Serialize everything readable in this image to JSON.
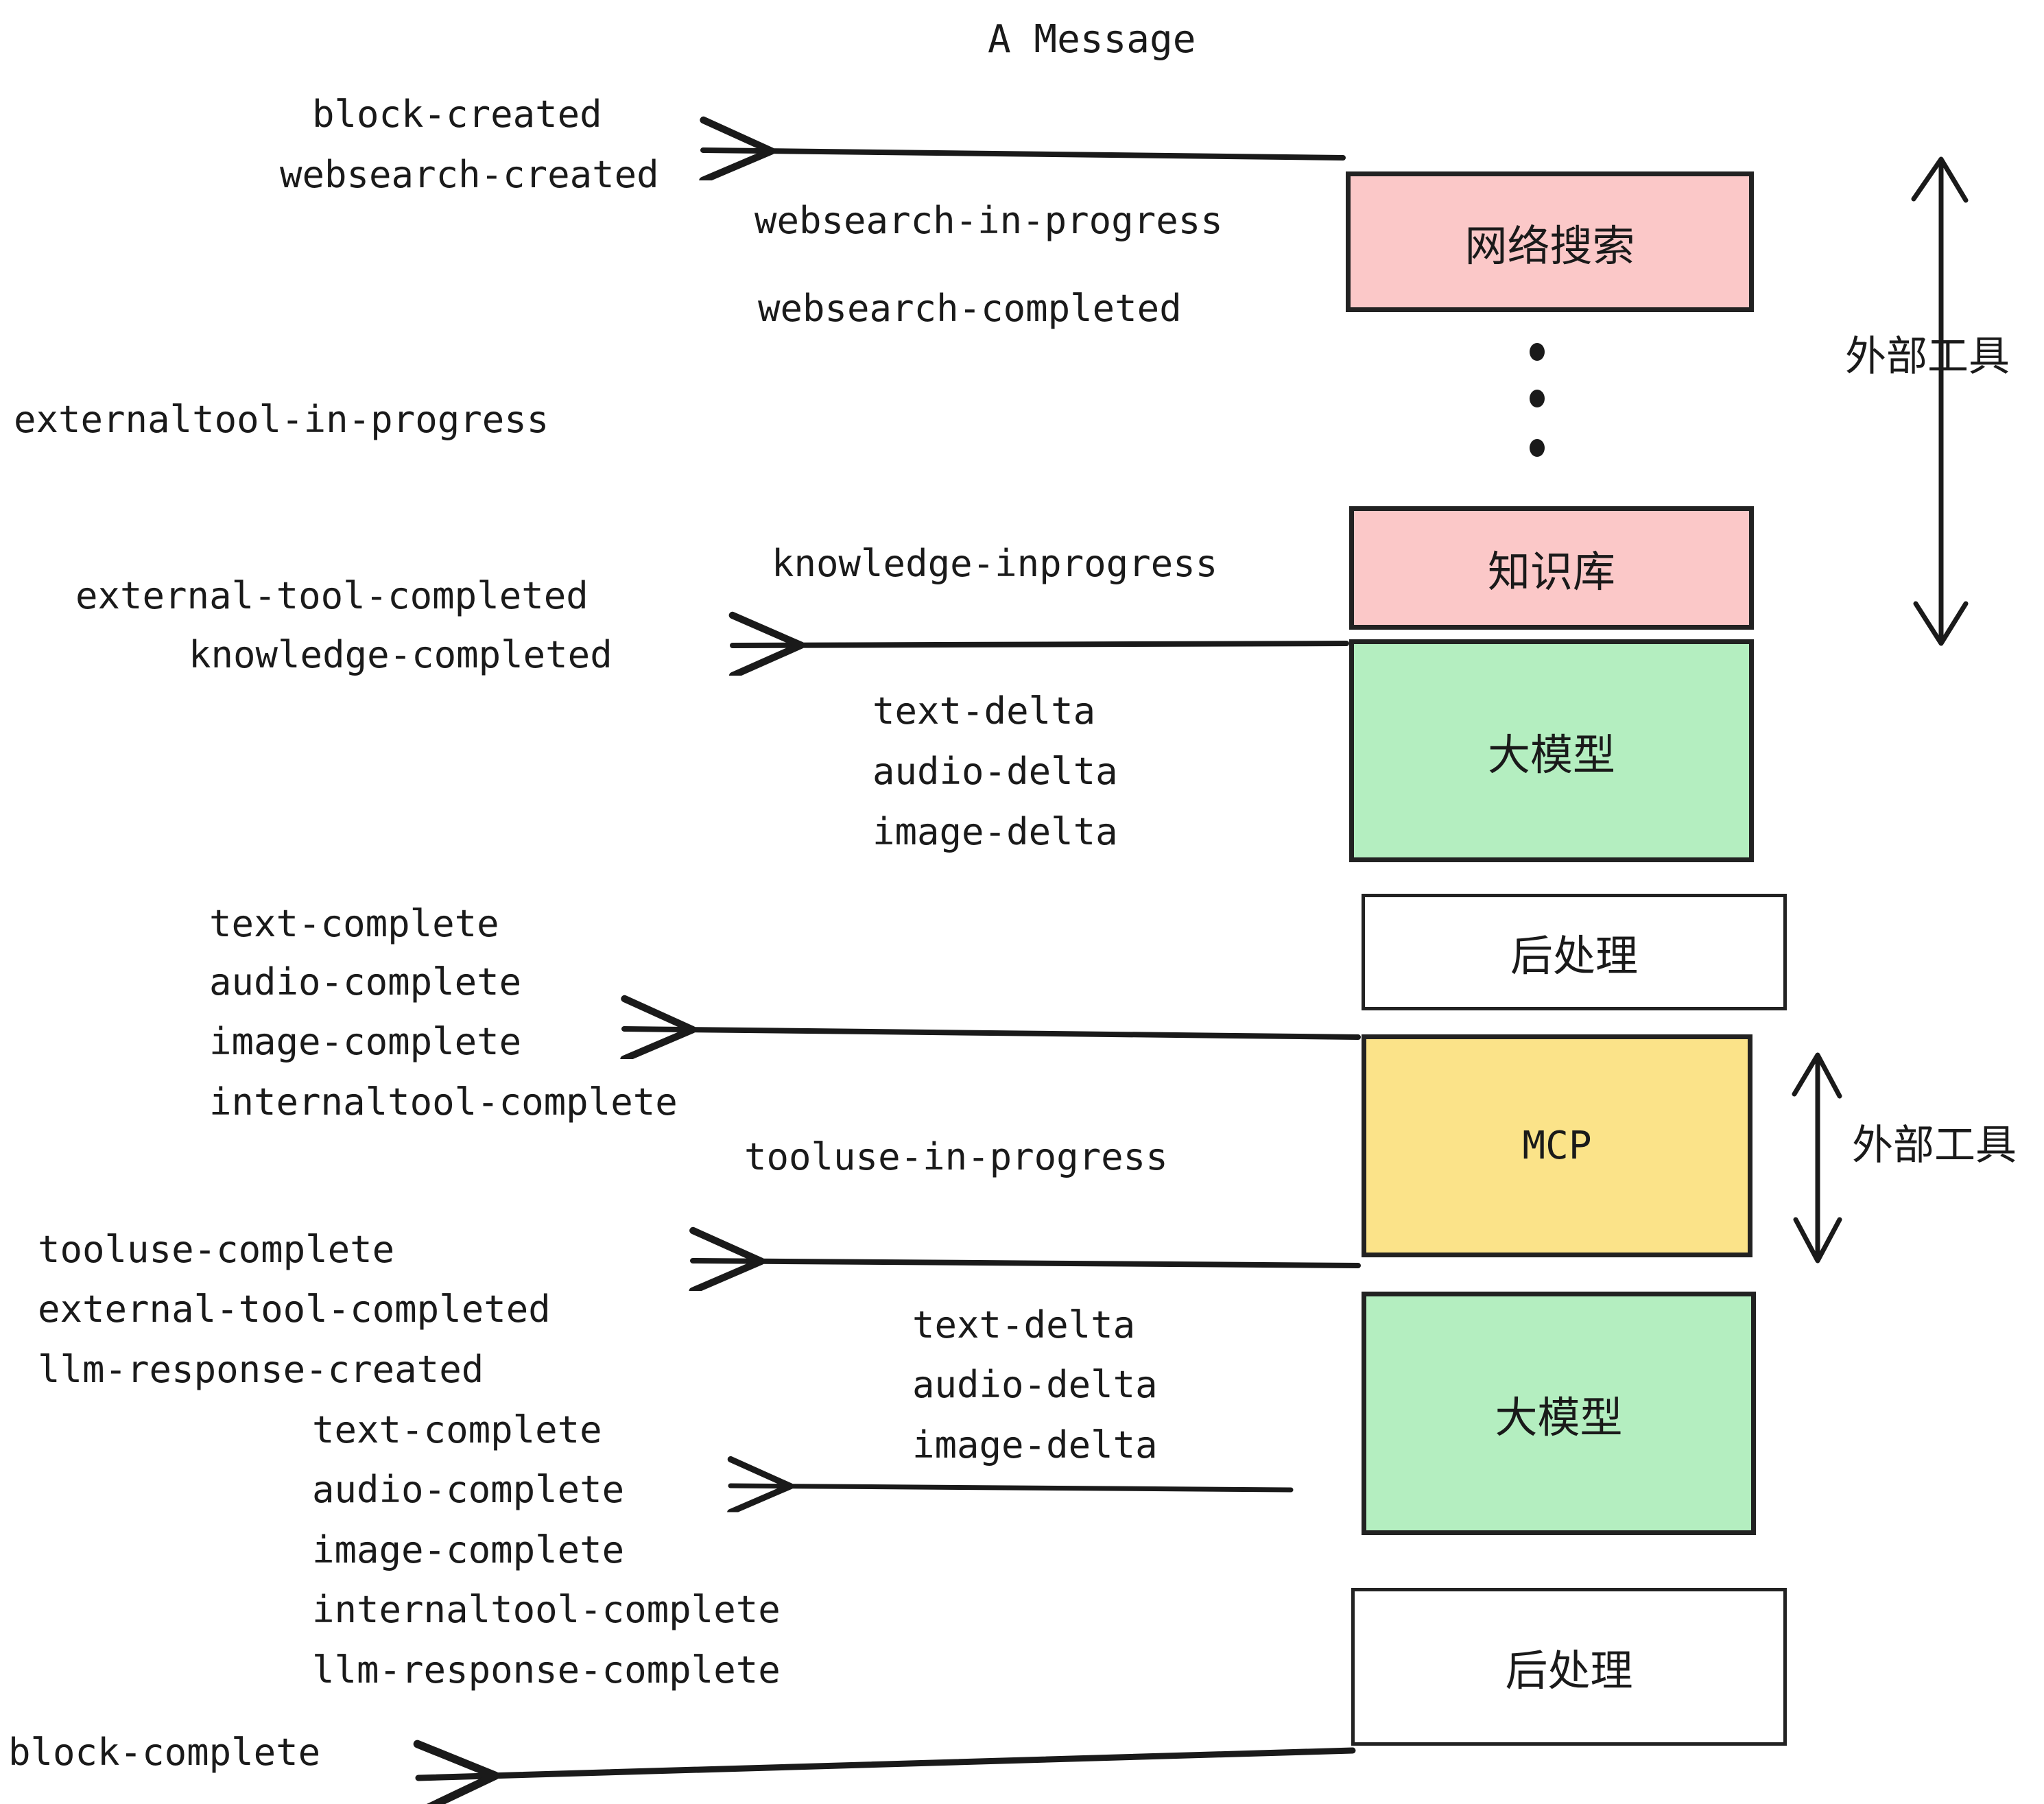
{
  "title": "A Message",
  "events": {
    "block_created": "block-created",
    "websearch_created": "websearch-created",
    "websearch_in_progress": "websearch-in-progress",
    "websearch_completed": "websearch-completed",
    "externaltool_in_progress": "externaltool-in-progress",
    "knowledge_inprogress": "knowledge-inprogress",
    "external_tool_completed_1": "external-tool-completed",
    "knowledge_completed": "knowledge-completed",
    "text_delta_1": "text-delta",
    "audio_delta_1": "audio-delta",
    "image_delta_1": "image-delta",
    "text_complete_1": "text-complete",
    "audio_complete_1": "audio-complete",
    "image_complete_1": "image-complete",
    "internaltool_complete_1": "internaltool-complete",
    "tooluse_in_progress": "tooluse-in-progress",
    "tooluse_complete": "tooluse-complete",
    "external_tool_completed_2": "external-tool-completed",
    "llm_response_created": "llm-response-created",
    "text_delta_2": "text-delta",
    "audio_delta_2": "audio-delta",
    "image_delta_2": "image-delta",
    "text_complete_2": "text-complete",
    "audio_complete_2": "audio-complete",
    "image_complete_2": "image-complete",
    "internaltool_complete_2": "internaltool-complete",
    "llm_response_complete": "llm-response-complete",
    "block_complete": "block-complete"
  },
  "nodes": {
    "websearch": "网络搜索",
    "knowledge": "知识库",
    "llm_1": "大模型",
    "postprocess_1": "后处理",
    "mcp": "MCP",
    "llm_2": "大模型",
    "postprocess_2": "后处理"
  },
  "annotations": {
    "external_tool_top": "外部工具",
    "external_tool_bottom": "外部工具"
  },
  "colors": {
    "pink": "#fbc8c8",
    "green": "#b4eec0",
    "yellow": "#fbe389",
    "white": "#ffffff",
    "stroke": "#222222",
    "text": "#1a1a1a"
  }
}
